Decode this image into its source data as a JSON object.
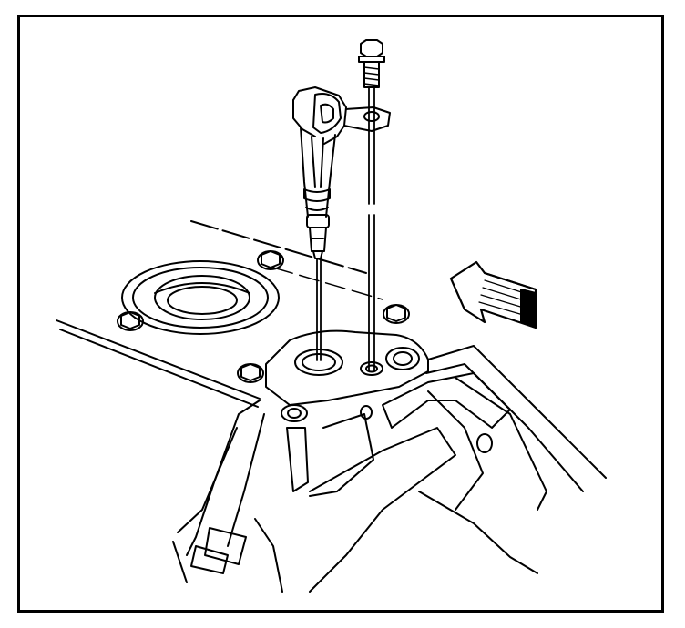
{
  "colors": {
    "line": "#000000",
    "background": "#ffffff"
  },
  "parts": [
    {
      "name": "sensor"
    },
    {
      "name": "bolt"
    },
    {
      "name": "direction-arrow"
    },
    {
      "name": "housing"
    }
  ]
}
